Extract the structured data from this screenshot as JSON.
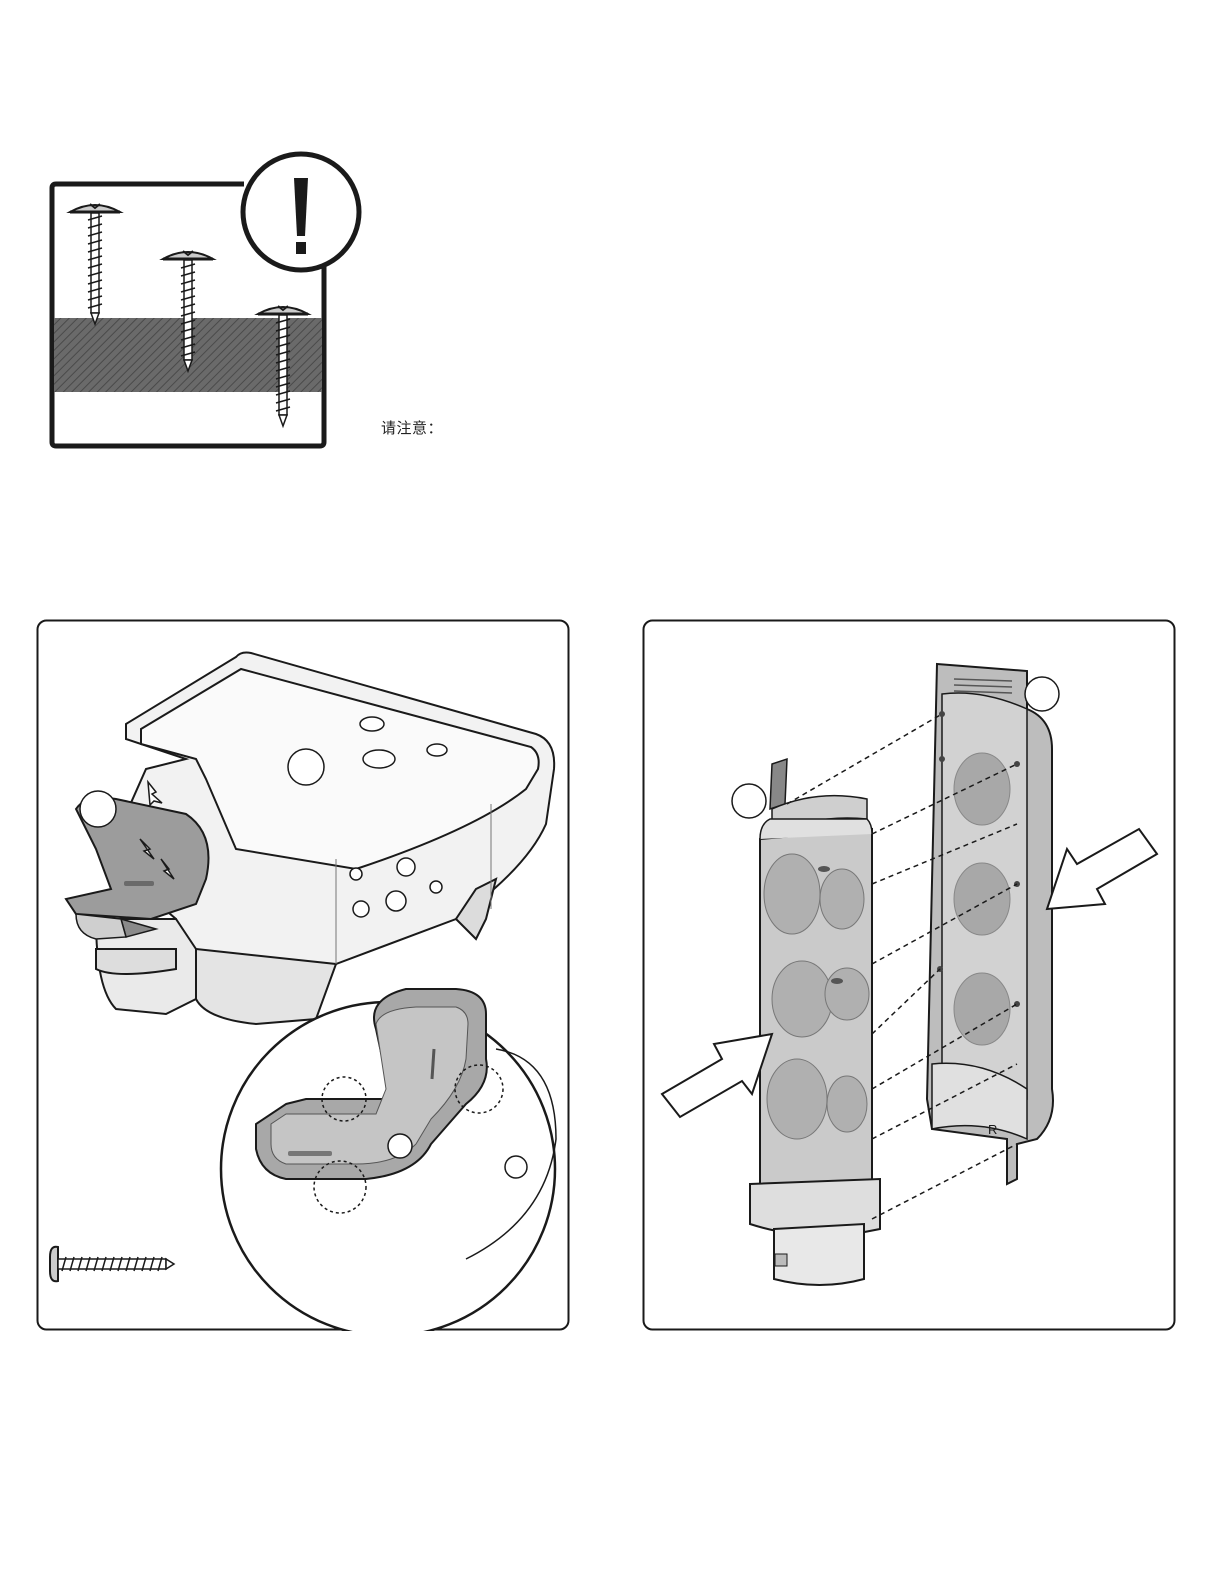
{
  "notice": {
    "text": "请注意：",
    "icon": "exclamation-icon"
  },
  "screw_depth_illustration": {
    "icon": "screw-icon",
    "screw_count": 3
  },
  "step_left": {
    "illustration": "base-corner-cap-assembly",
    "callouts": [
      "",
      "",
      "",
      ""
    ],
    "fastener_icon": "screw-icon"
  },
  "step_right": {
    "illustration": "tube-halves-assembly",
    "callouts": [
      "",
      ""
    ],
    "part_marking": "R"
  },
  "colors": {
    "line": "#1a1a1a",
    "part_fill": "#e9e9e9",
    "part_shade": "#9a9a9a",
    "hatch": "#5a5a5a"
  }
}
